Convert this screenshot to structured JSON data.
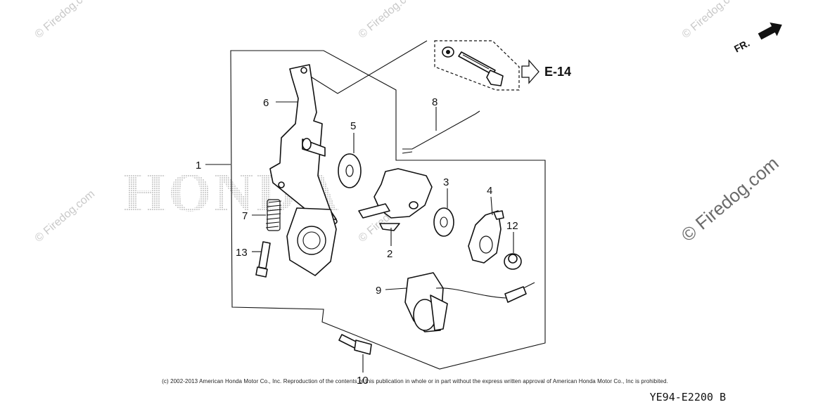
{
  "callouts": {
    "c1": "1",
    "c2": "2",
    "c3": "3",
    "c4": "4",
    "c5": "5",
    "c6": "6",
    "c7": "7",
    "c8": "8",
    "c9": "9",
    "c10": "10",
    "c12": "12",
    "c13": "13"
  },
  "ref": {
    "label": "E-14"
  },
  "direction": {
    "label": "FR."
  },
  "watermark": {
    "site": "© Firedog.com",
    "brand": "HONDA"
  },
  "footer": {
    "copyright": "(c) 2002-2013 American Honda Motor Co., Inc. Reproduction of the contents of this publication in whole or in part without the express written approval of American Honda Motor Co., Inc is prohibited.",
    "diagram_code": "YE94-E2200 B"
  },
  "icons": [
    "fr-arrow-icon",
    "ref-arrow-icon"
  ]
}
